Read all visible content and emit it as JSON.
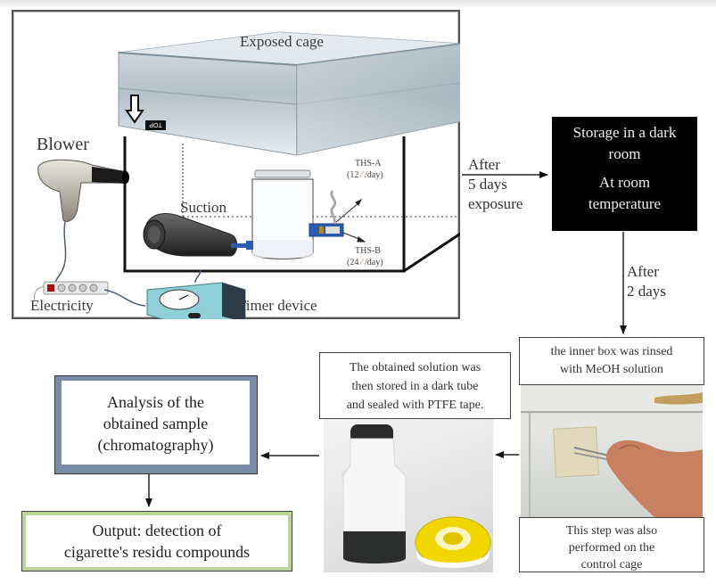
{
  "setup": {
    "cage_label": "Exposed cage",
    "top_marker": "TOP",
    "blower_label": "Blower",
    "suction_label": "Suction",
    "electricity_label": "Electricity",
    "timer_label": "Timer device",
    "ths_a": {
      "name": "THS-A",
      "rate": "(12",
      "unit": "/day)"
    },
    "ths_b": {
      "name": "THS-B",
      "rate": "(24",
      "unit": "/day)"
    }
  },
  "flow": {
    "exposure_edge": [
      "After",
      "5 days",
      "exposure"
    ],
    "storage": {
      "line1": "Storage in a dark",
      "line2": "room",
      "line3": "At room",
      "line4": "temperature"
    },
    "storage_edge": [
      "After",
      "2 days"
    ],
    "rinse": {
      "top_text": [
        "the inner box was rinsed",
        "with  MeOH solution"
      ],
      "bottom_text": [
        "This step was also",
        "performed on the",
        "control cage"
      ]
    },
    "tube": {
      "top_text": [
        "The obtained solution was",
        "then stored in a dark tube",
        "and sealed with PTFE tape."
      ]
    },
    "analysis": [
      "Analysis of the",
      "obtained sample",
      "(chromatography)"
    ],
    "output": [
      "Output: detection of",
      "cigarette's residu compounds"
    ]
  },
  "colors": {
    "analysis_border": "#7a8ca8",
    "output_border": "#b9d59a",
    "storage_bg": "#000000",
    "timer_body": "#8fd0d8",
    "ptfe_spool": "#f2d600"
  }
}
